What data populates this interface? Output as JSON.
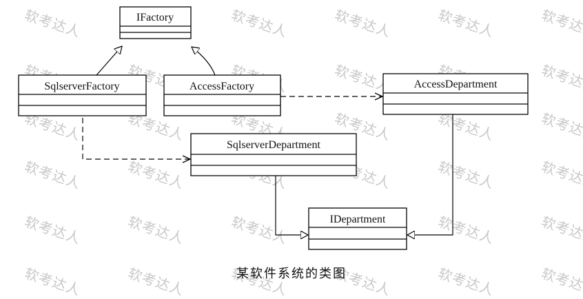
{
  "watermark": "软考达人",
  "caption": "某软件系统的类图",
  "classes": {
    "ifactory": "IFactory",
    "sqlserver_factory": "SqlserverFactory",
    "access_factory": "AccessFactory",
    "access_department": "AccessDepartment",
    "sqlserver_department": "SqlserverDepartment",
    "idepartment": "IDepartment"
  }
}
